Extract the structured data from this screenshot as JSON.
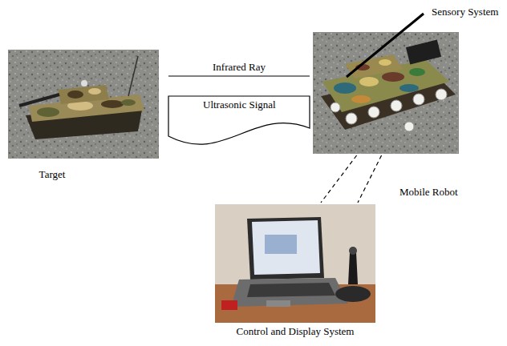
{
  "diagram": {
    "nodes": [
      {
        "text": [
          "Target"
        ]
      },
      {
        "text": [
          "Mobile Robot"
        ]
      },
      {
        "text": [
          "Control and Display System"
        ]
      }
    ],
    "edges": [
      {
        "from": 0,
        "to": 1,
        "label": "Infrared Ray",
        "arrow": "none"
      },
      {
        "from": 0,
        "to": 1,
        "label": "Ultrasonic Signal",
        "arrow": "none"
      },
      {
        "from": 1,
        "to": 2,
        "arrow": "none"
      }
    ],
    "labels": [
      "Sensory System"
    ]
  }
}
